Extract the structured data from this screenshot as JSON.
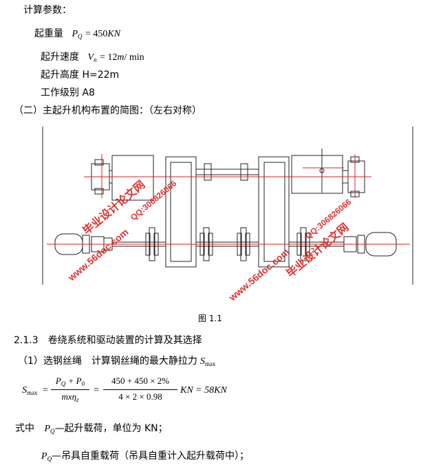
{
  "params": {
    "heading": "计算参数：",
    "lift_capacity_label": "起重量",
    "lift_capacity_symbol": "P",
    "lift_capacity_sub": "Q",
    "lift_capacity_value": "= 450",
    "lift_capacity_unit": "KN",
    "lift_speed_label": "起升速度",
    "lift_speed_symbol": "V",
    "lift_speed_sub": "n",
    "lift_speed_value": "= 12",
    "lift_speed_unit_m": "m",
    "lift_speed_unit_rest": "/ min",
    "lift_height": "起升高度 H=22m",
    "work_class": "工作级别 A8"
  },
  "section": {
    "title": "（二）主起升机构布置的简图：（左右对称）"
  },
  "figure": {
    "caption": "图 1.1",
    "watermark_lines": [
      "毕业设计论文网",
      "www.56doc.com",
      "QQ:306826066"
    ],
    "red": "#e0201e",
    "line": "#222222"
  },
  "heading_213": "2.1.3　卷绕系统和驱动装置的计算及其选择",
  "item1": {
    "text": "（1）选钢丝绳　计算钢丝绳的最大静拉力",
    "symbol": "S",
    "sub": "max"
  },
  "formula": {
    "lhs": "S",
    "lhs_sub": "max",
    "eq1": "=",
    "num1": "P",
    "num1_sub1": "Q",
    "num1_plus": " + P",
    "num1_sub2": "0",
    "den1": "mxη",
    "den1_sub": "z",
    "eq2": "=",
    "num2": "450 + 450 × 2%",
    "den2": "4 × 2 × 0.98",
    "tail": "KN = 58KN"
  },
  "where": {
    "prefix": "式中",
    "sym": "P",
    "sym_sub": "Q",
    "desc": "—起升载荷，单位为 KN；"
  },
  "where2": {
    "sym": "P",
    "sym_sub": "Q",
    "desc": "—吊具自重载荷（吊具自重计入起升载荷中）；"
  }
}
